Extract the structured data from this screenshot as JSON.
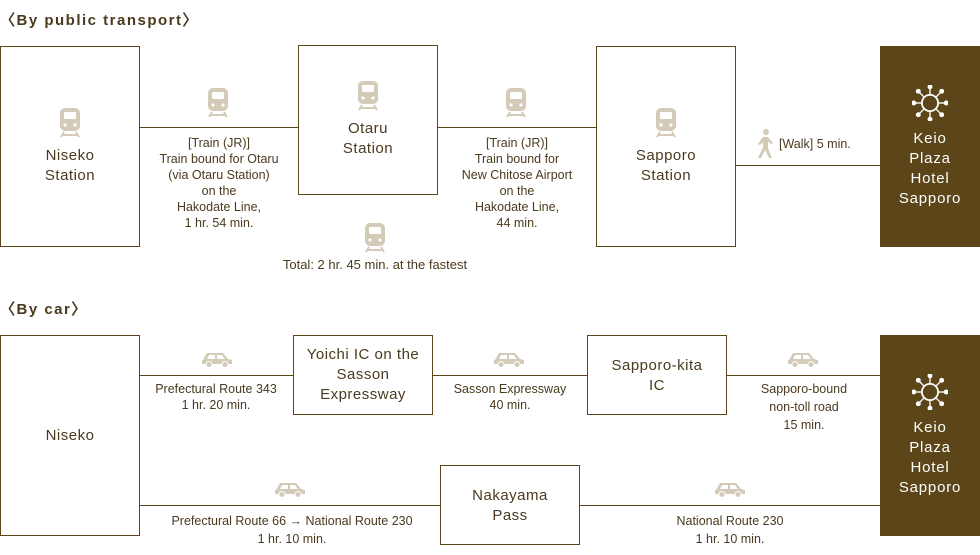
{
  "public": {
    "heading": "〈By public transport〉",
    "niseko": [
      "Niseko",
      "Station"
    ],
    "otaru": [
      "Otaru",
      "Station"
    ],
    "sapporo": [
      "Sapporo",
      "Station"
    ],
    "hotel": [
      "Keio",
      "Plaza",
      "Hotel",
      "Sapporo"
    ],
    "leg1": [
      "[Train (JR)]",
      "Train bound for Otaru",
      "(via Otaru Station)",
      "on the",
      "Hakodate Line,",
      "1 hr. 54 min."
    ],
    "leg2": [
      "[Train (JR)]",
      "Train bound for",
      "New Chitose Airport",
      "on the",
      "Hakodate Line,",
      "44 min."
    ],
    "walk": "[Walk] 5 min.",
    "total": "Total: 2 hr. 45 min. at the fastest"
  },
  "car": {
    "heading": "〈By car〉",
    "niseko": "Niseko",
    "yoichi": [
      "Yoichi IC on the",
      "Sasson",
      "Expressway"
    ],
    "kita": [
      "Sapporo-kita",
      "IC"
    ],
    "nakayama": [
      "Nakayama",
      "Pass"
    ],
    "hotel": [
      "Keio",
      "Plaza",
      "Hotel",
      "Sapporo"
    ],
    "leg1": [
      "Prefectural Route 343",
      "1 hr. 20 min."
    ],
    "leg2": [
      "Sasson Expressway",
      "40 min."
    ],
    "leg3": [
      "Sapporo-bound",
      "non-toll road",
      "15 min."
    ],
    "leg4": [
      "Prefectural Route 66 → National Route 230",
      "1 hr. 10 min."
    ],
    "leg5": [
      "National Route 230",
      "1 hr. 10 min."
    ]
  },
  "colors": {
    "brand": "#5b4519",
    "icon": "#d3cab7"
  }
}
